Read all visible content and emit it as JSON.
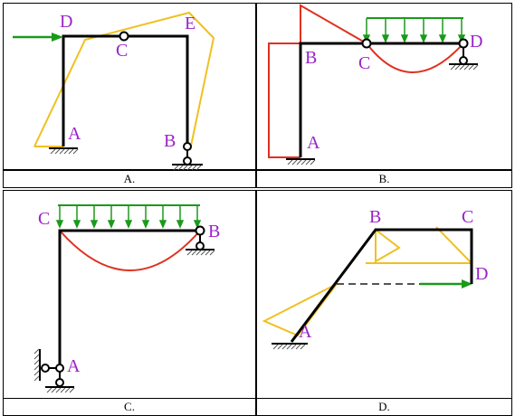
{
  "panels": [
    {
      "id": "A",
      "caption": "A.",
      "labels": {
        "D": "D",
        "E": "E",
        "C": "C",
        "A": "A",
        "B": "B"
      }
    },
    {
      "id": "B",
      "caption": "B.",
      "labels": {
        "B": "B",
        "C": "C",
        "D": "D",
        "A": "A"
      }
    },
    {
      "id": "C",
      "caption": "C.",
      "labels": {
        "C": "C",
        "B": "B",
        "A": "A"
      }
    },
    {
      "id": "D",
      "caption": "D.",
      "labels": {
        "B": "B",
        "C": "C",
        "D": "D",
        "A": "A"
      }
    }
  ],
  "colors": {
    "frame": "#000000",
    "deformed_shape": "#f0c020",
    "moment_diagram": "#e03020",
    "load_arrow": "#1a9a1a",
    "label": "#9a22c8",
    "hatch": "#555555"
  }
}
